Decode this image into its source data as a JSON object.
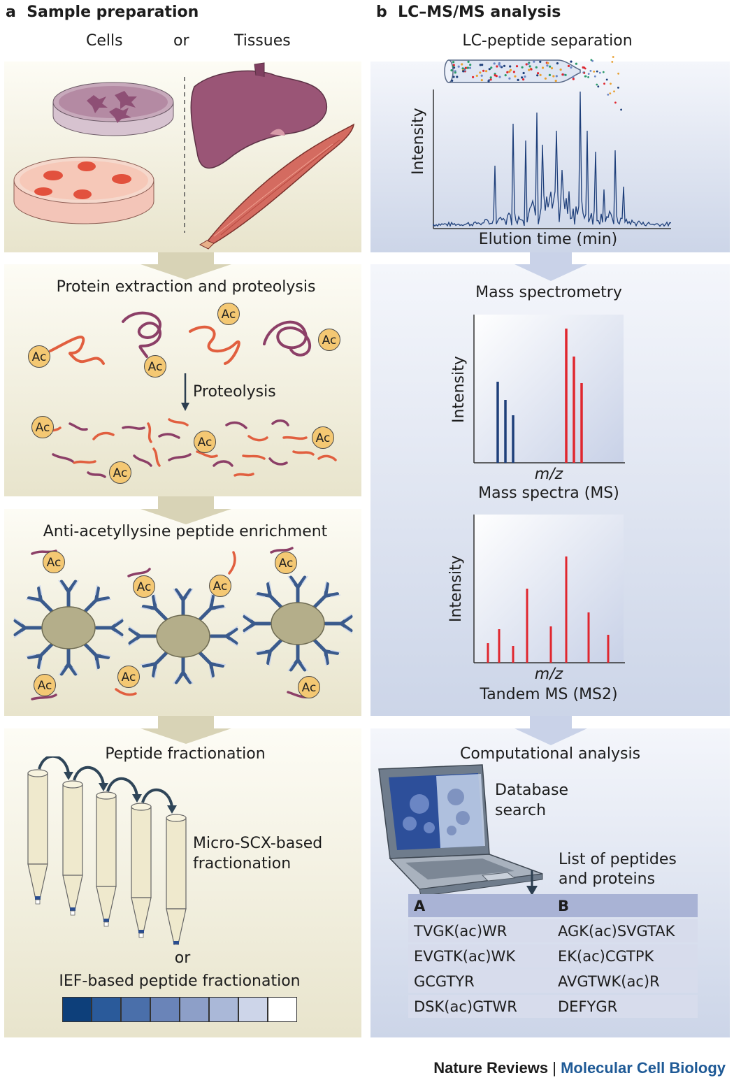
{
  "panel_a": {
    "letter": "a",
    "title": "Sample preparation",
    "source_labels": {
      "cells": "Cells",
      "or": "or",
      "tissues": "Tissues"
    },
    "steps": {
      "extraction": "Protein extraction and proteolysis",
      "proteolysis": "Proteolysis",
      "enrichment": "Anti-acetyllysine peptide enrichment",
      "fractionation": "Peptide fractionation",
      "micro_scx_line1": "Micro-SCX-based",
      "micro_scx_line2": "fractionation",
      "or": "or",
      "ief": "IEF-based peptide fractionation"
    },
    "acetyl_label": "Ac",
    "ief_gradient_colors": [
      "#0d3f7a",
      "#2a5a9a",
      "#4a6faa",
      "#6a84b8",
      "#8d9fc8",
      "#aab8d8",
      "#cdd5e9",
      "#ffffff"
    ]
  },
  "panel_b": {
    "letter": "b",
    "title": "LC–MS/MS analysis",
    "lc_label": "LC-peptide separation",
    "chromatogram": {
      "ylabel": "Intensity",
      "xlabel": "Elution time (min)"
    },
    "ms_step": "Mass spectrometry",
    "ms_plot": {
      "ylabel": "Intensity",
      "xlabel": "m/z",
      "caption": "Mass spectra (MS)"
    },
    "ms2_plot": {
      "ylabel": "Intensity",
      "xlabel": "m/z",
      "caption": "Tandem MS (MS2)"
    },
    "computational": "Computational analysis",
    "database_line1": "Database",
    "database_line2": "search",
    "list_line1": "List of peptides",
    "list_line2": "and proteins",
    "table": {
      "headers": [
        "A",
        "B"
      ],
      "rows": [
        [
          "TVGK(ac)WR",
          "AGK(ac)SVGTAK"
        ],
        [
          "EVGTK(ac)WK",
          "EK(ac)CGTPK"
        ],
        [
          "GCGTYR",
          "AVGTWK(ac)R"
        ],
        [
          "DSK(ac)GTWR",
          "DEFYGR"
        ]
      ]
    }
  },
  "footer": {
    "journal": "Nature Reviews",
    "separator": "|",
    "subject": "Molecular Cell Biology"
  },
  "colors": {
    "blue_peak": "#1e3f7a",
    "red_peak": "#e0262e",
    "peptide_orange": "#e15f3f",
    "peptide_purple": "#8c3f67",
    "antibody": "#3a5a8c"
  }
}
